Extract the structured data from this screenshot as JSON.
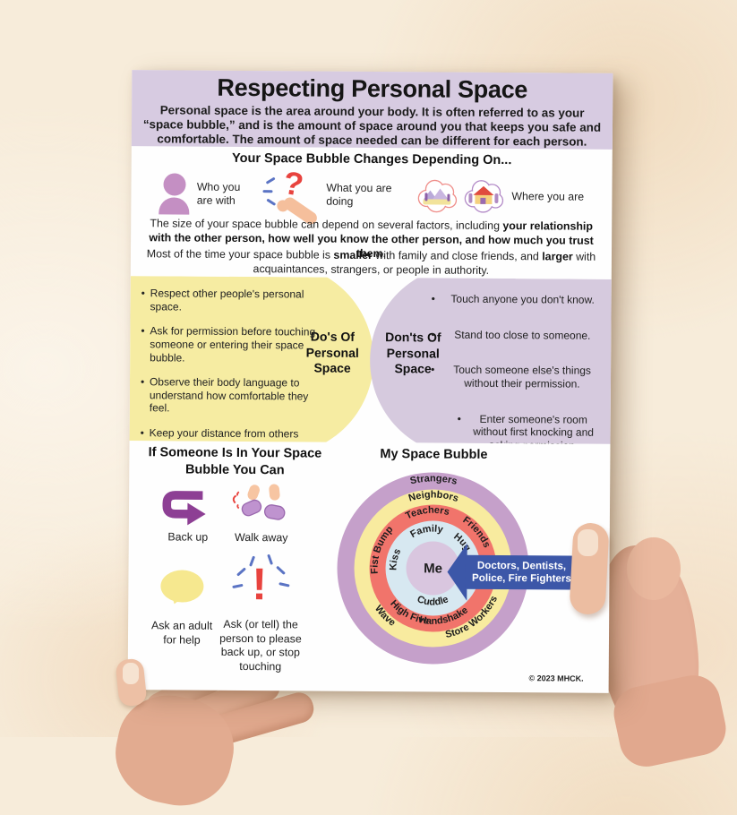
{
  "poster": {
    "header": {
      "title": "Respecting Personal Space",
      "intro": "Personal space is the area around your body.  It is often referred to as your “space bubble,” and is the amount of space around you that keeps you safe and comfortable.  The amount of space needed can be different for each person."
    },
    "factors": {
      "heading": "Your Space Bubble Changes Depending On...",
      "items": [
        {
          "icon": "person-icon",
          "label": "Who you\nare with"
        },
        {
          "icon": "question-hand-icon",
          "label": "What you are\ndoing"
        },
        {
          "icon": "location-thought-bubbles-icon",
          "label": "Where you are"
        }
      ]
    },
    "size_info": {
      "para1_parts": [
        "The size of your space bubble can depend on several factors, including ",
        "your relationship with the other person, how well you know the other person, and how much you trust them",
        "."
      ],
      "para2_parts": [
        "Most of the time your space bubble is ",
        "smaller",
        " with family and close friends, and ",
        "larger",
        " with acquaintances, strangers, or people in authority."
      ]
    },
    "dos": {
      "label": "Do's Of\nPersonal\nSpace",
      "items": [
        "Respect other people's personal space.",
        "Ask for permission before touching someone or entering their space bubble.",
        "Observe their body language to understand how comfortable they feel.",
        "Keep your distance from others unless you know them well."
      ]
    },
    "donts": {
      "label": "Don'ts Of\nPersonal\nSpace",
      "items": [
        "Touch anyone you don't know.",
        "Stand too close to someone.",
        "Touch someone else's things without their permission.",
        "Enter someone's room without first knocking and asking permission."
      ]
    },
    "actions": {
      "heading": "If Someone Is In Your Space\nBubble You Can",
      "items": [
        {
          "icon": "back-up-arrow-icon",
          "label": "Back up"
        },
        {
          "icon": "walk-away-icon",
          "label": "Walk away"
        },
        {
          "icon": "speech-bubble-icon",
          "label": "Ask an adult\nfor help"
        },
        {
          "icon": "exclamation-icon",
          "label": "Ask (or tell) the\nperson to please\nback up, or stop\ntouching"
        }
      ]
    },
    "bubble": {
      "heading": "My Space Bubble",
      "labels": {
        "me": "Me",
        "strangers": "Strangers",
        "neighbors": "Neighbors",
        "teachers": "Teachers",
        "friends": "Friends",
        "family": "Family",
        "hug": "Hug",
        "kiss": "Kiss",
        "cuddle": "Cuddle",
        "fist_bump": "Fist Bump",
        "high_five": "High Five",
        "handshake": "Handshake",
        "wave": "Wave",
        "store_workers": "Store Workers"
      },
      "arrow_label": "Doctors, Dentists,\nPolice, Fire Fighters",
      "colors": {
        "outer_ring": "#c5a0ca",
        "ring2": "#f8eb9f",
        "ring3": "#f1746b",
        "ring4": "#d7e8f1",
        "center": "#d9c6df",
        "arrow": "#3c57a8"
      }
    },
    "copyright": "© 2023 MHCK."
  }
}
